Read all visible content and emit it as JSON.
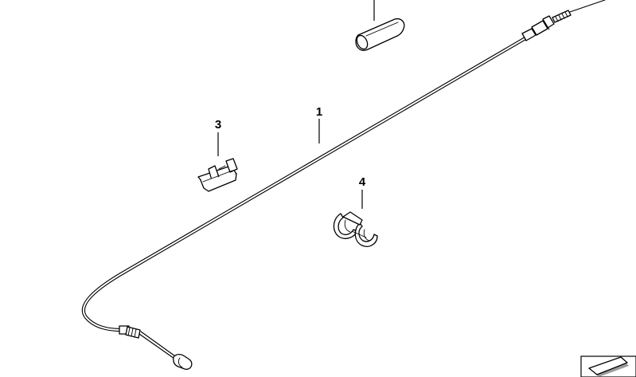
{
  "diagram": {
    "callouts": [
      {
        "id": "1",
        "label": "1"
      },
      {
        "id": "3",
        "label": "3"
      },
      {
        "id": "4",
        "label": "4"
      }
    ]
  },
  "colors": {
    "line": "#000000",
    "background": "#ffffff",
    "shade": "#9a9a9a"
  }
}
